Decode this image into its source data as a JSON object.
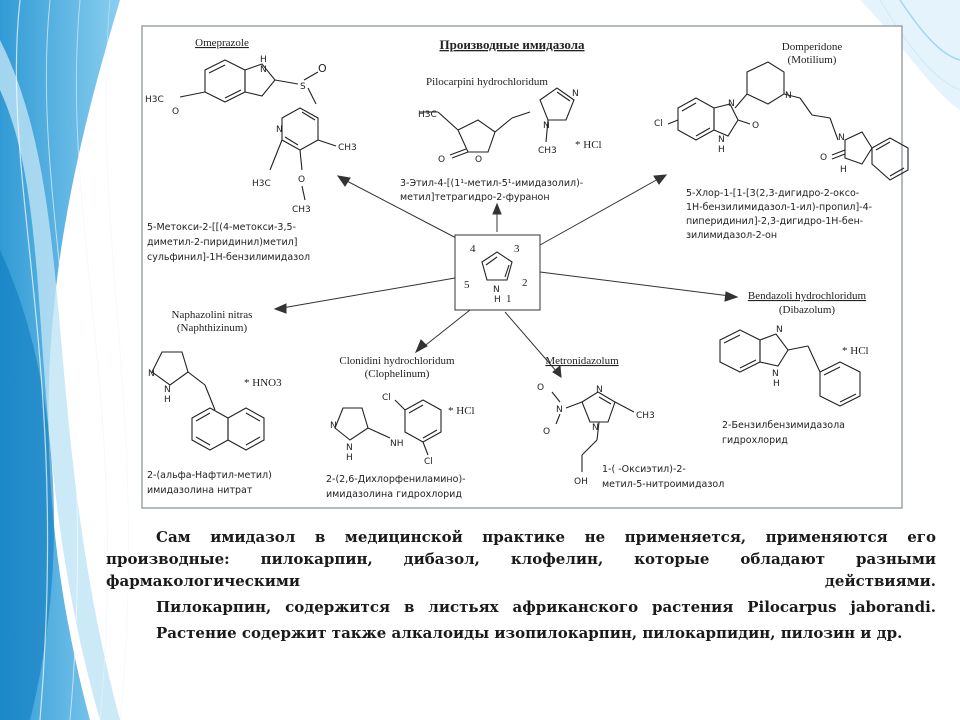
{
  "diagram": {
    "title": "Производные имидазола",
    "center": {
      "n1": "1",
      "n2": "2",
      "n3": "3",
      "n4": "4",
      "n5": "5",
      "atom_n": "N",
      "atom_h": "H"
    },
    "omeprazole": {
      "name": "Omeprazole",
      "atoms": {
        "h": "H",
        "n1": "N",
        "s": "S",
        "o": "O",
        "h3co": "H3C",
        "o2": "O",
        "n2": "N",
        "ch3": "CH3",
        "h3c": "H3C",
        "o3": "O",
        "ch3b": "CH3"
      },
      "caption": [
        "5-Метокси-2-[[(4-метокси-3,5-",
        "диметил-2-пиридинил)метил]",
        "сульфинил]-1Н-бензилимидазол"
      ]
    },
    "pilocarpine": {
      "name": "Pilocarpini hydrochloridum",
      "atoms": {
        "h3c": "H3C",
        "o1": "O",
        "o2": "O",
        "n1": "N",
        "n2": "N",
        "ch3": "CH3",
        "hcl": "* HCl"
      },
      "caption": [
        "3-Этил-4-[(1¹-метил-5¹-имидазолил)-",
        "метил]тетрагидро-2-фуранон"
      ]
    },
    "domperidone": {
      "name": "Domperidone",
      "name2": "(Motilium)",
      "atoms": {
        "n1": "N",
        "cl": "Cl",
        "n2": "N",
        "h": "H",
        "o": "O",
        "n3": "N",
        "n4": "N",
        "h2": "H",
        "o2": "O"
      },
      "caption": [
        "5-Хлор-1-[1-[3(2,3-дигидро-2-оксо-",
        "1Н-бензилимидазол-1-ил)-пропил]-4-",
        "пиперидинил]-2,3-дигидро-1Н-бен-",
        "зилимидазол-2-он"
      ]
    },
    "naphazoline": {
      "name": "Naphazolini nitras",
      "name2": "(Naphthizinum)",
      "atoms": {
        "n1": "N",
        "n2": "N",
        "h": "H",
        "salt": "* HNO3"
      },
      "caption": [
        "2-(альфа-Нафтил-метил)",
        "имидазолина нитрат"
      ]
    },
    "clonidine": {
      "name": "Clonidini hydrochloridum",
      "name2": "(Clophelinum)",
      "atoms": {
        "n1": "N",
        "n2": "N",
        "h": "H",
        "nh": "NH",
        "cl1": "Cl",
        "cl2": "Cl",
        "hcl": "* HCl"
      },
      "caption": [
        "2-(2,6-Дихлорфениламино)-",
        "имидазолина гидрохлорид"
      ]
    },
    "metronidazole": {
      "name": "Metronidazolum",
      "atoms": {
        "o1": "O",
        "n1": "N",
        "o2": "O",
        "n2": "N",
        "n3": "N",
        "ch3": "CH3",
        "oh": "OH"
      },
      "caption": [
        "1-(    -Оксиэтил)-2-",
        "метил-5-нитроимидазол"
      ]
    },
    "bendazole": {
      "name": "Bendazoli hydrochloridum",
      "name2": "(Dibazolum)",
      "atoms": {
        "n1": "N",
        "n2": "N",
        "h": "H",
        "hcl": "* HCl"
      },
      "caption": [
        "2-Бензилбензимидазола",
        "гидрохлорид"
      ]
    }
  },
  "text": {
    "p1": "Сам имидазол в медицинской практике не применяется, применяются его производные: пилокарпин, дибазол, клофелин, которые обладают разными фармакологическими действиями.",
    "p2": "Пилокарпин, содержится в листьях африканского растения Pilocarpus jaborandi.",
    "p3": "Растение содержит также алкалоиды изопилокарпин, пилокарпидин, пилозин и др."
  },
  "colors": {
    "accent_blue": "#2a9fd6",
    "light_blue": "#bfe3f5",
    "border": "#9aa3ab"
  }
}
